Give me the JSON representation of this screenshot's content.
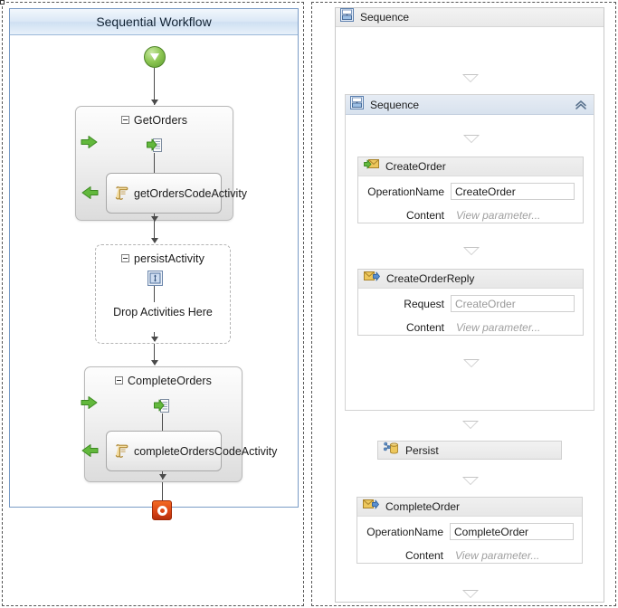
{
  "left_panel": {
    "title": "Sequential Workflow",
    "start_node_icon": "start-green-circle-icon",
    "stop_node_icon": "stop-red-square-icon",
    "activities": [
      {
        "name": "GetOrders",
        "icon": "receive-list-icon",
        "left_arrow_icon": "green-right-arrow-icon",
        "child": {
          "name": "getOrdersCodeActivity",
          "icon": "code-scroll-icon",
          "arrow_icon": "green-left-arrow-icon"
        }
      },
      {
        "name": "persistActivity",
        "icon": "persist-blue-icon",
        "drop_hint": "Drop Activities Here"
      },
      {
        "name": "CompleteOrders",
        "icon": "receive-list-icon",
        "left_arrow_icon": "green-right-arrow-icon",
        "child": {
          "name": "completeOrdersCodeActivity",
          "icon": "code-scroll-icon",
          "arrow_icon": "green-left-arrow-icon"
        }
      }
    ]
  },
  "right_panel": {
    "outer_sequence": {
      "title": "Sequence",
      "icon": "sequence-icon"
    },
    "inner_sequence": {
      "title": "Sequence",
      "icon": "sequence-icon",
      "collapse_icon": "chevron-up-double-icon"
    },
    "activities": [
      {
        "title": "CreateOrder",
        "icon": "receive-envelope-icon",
        "fields": [
          {
            "label": "OperationName",
            "value": "CreateOrder",
            "type": "input",
            "ghost": false
          },
          {
            "label": "Content",
            "value": "View parameter...",
            "type": "static"
          }
        ]
      },
      {
        "title": "CreateOrderReply",
        "icon": "send-reply-envelope-icon",
        "fields": [
          {
            "label": "Request",
            "value": "CreateOrder",
            "type": "input",
            "ghost": true
          },
          {
            "label": "Content",
            "value": "View parameter...",
            "type": "static"
          }
        ]
      },
      {
        "title": "Persist",
        "icon": "persist-database-icon",
        "fields": []
      },
      {
        "title": "CompleteOrder",
        "icon": "send-reply-envelope-icon",
        "fields": [
          {
            "label": "OperationName",
            "value": "CompleteOrder",
            "type": "input",
            "ghost": false
          },
          {
            "label": "Content",
            "value": "View parameter...",
            "type": "static"
          }
        ]
      }
    ],
    "drop_indicator_icon": "triangle-down-icon"
  },
  "colors": {
    "accent_blue": "#7a9cc6",
    "title_bar": "#cfe0f2",
    "start_green": "#8dc653",
    "stop_red": "#d94315",
    "envelope_yellow": "#e8c45a",
    "arrow_green": "#5fb339",
    "ghost_text": "#9a9a9a"
  }
}
